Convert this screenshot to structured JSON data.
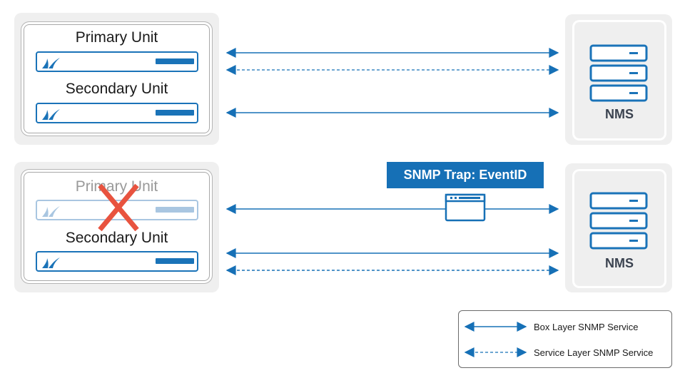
{
  "top_section": {
    "primary_label": "Primary Unit",
    "secondary_label": "Secondary Unit",
    "nms_label": "NMS"
  },
  "bottom_section": {
    "primary_label": "Primary Unit",
    "secondary_label": "Secondary Unit",
    "nms_label": "NMS",
    "primary_failed": true
  },
  "trap": {
    "label": "SNMP Trap: EventID"
  },
  "legend": {
    "box_layer": "Box Layer SNMP Service",
    "service_layer": "Service Layer SNMP Service"
  },
  "colors": {
    "accent": "#1670b6",
    "failure": "#e8533f",
    "panel": "#efefef"
  },
  "icons": [
    "shark-fin-logo-icon",
    "server-stack-icon",
    "browser-window-icon",
    "x-mark-icon"
  ]
}
